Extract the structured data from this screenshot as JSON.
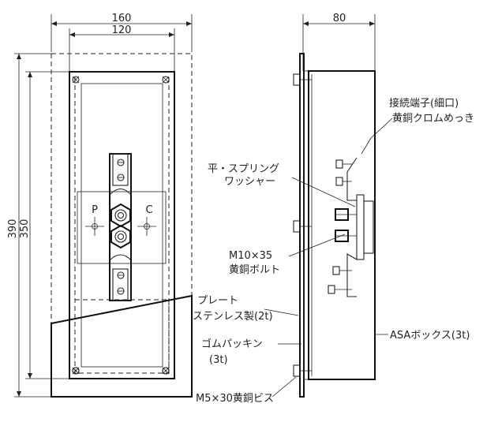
{
  "front_view": {
    "dim_width_outer": "160",
    "dim_width_inner": "120",
    "dim_height_outer": "390",
    "dim_height_inner": "350",
    "terminal_p": "P",
    "terminal_c": "C"
  },
  "side_view": {
    "dim_depth": "80"
  },
  "labels": {
    "terminal_line1": "接続端子(細口)",
    "terminal_line2": "黄銅クロムめっき",
    "washer_line1": "平・スプリング",
    "washer_line2": "ワッシャー",
    "bolt_line1": "M10×35",
    "bolt_line2": "黄銅ボルト",
    "plate_line1": "プレート",
    "plate_line2": "ステンレス製(2t)",
    "gasket_line1": "ゴムパッキン",
    "gasket_line2": "(3t)",
    "asa_box": "ASAボックス(3t)",
    "screw": "M5×30黄銅ビス"
  }
}
